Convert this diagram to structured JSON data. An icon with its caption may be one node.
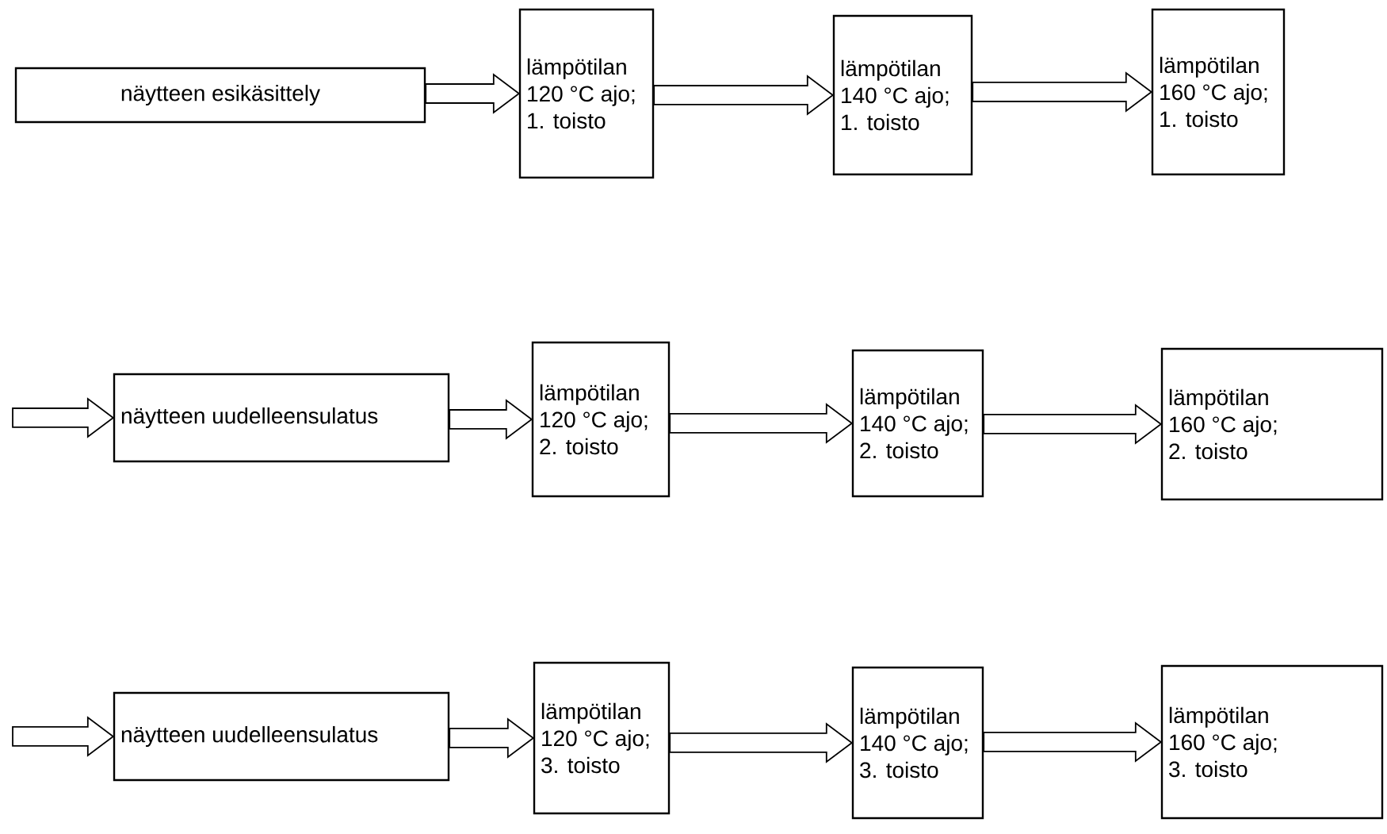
{
  "diagram": {
    "nodes": [
      {
        "text": [
          "näytteen esikäsittely"
        ]
      },
      {
        "text": [
          "lämpötilan 120 °C ajo; 1. toisto"
        ]
      },
      {
        "text": [
          "lämpötilan 140 °C ajo; 1. toisto"
        ]
      },
      {
        "text": [
          "lämpötilan 160 °C ajo; 1. toisto"
        ]
      },
      {
        "text": [
          "näytteen uudelleensulatus"
        ]
      },
      {
        "text": [
          "lämpötilan 120 °C ajo; 2. toisto"
        ]
      },
      {
        "text": [
          "lämpötilan 140 °C ajo; 2. toisto"
        ]
      },
      {
        "text": [
          "lämpötilan 160 °C ajo; 2. toisto"
        ]
      },
      {
        "text": [
          "näytteen uudelleensulatus"
        ]
      },
      {
        "text": [
          "lämpötilan 120 °C ajo; 3. toisto"
        ]
      },
      {
        "text": [
          "lämpötilan 140 °C ajo; 3. toisto"
        ]
      },
      {
        "text": [
          "lämpötilan 160 °C ajo; 3. toisto"
        ]
      }
    ],
    "edges": [
      {
        "from": 0,
        "to": 1,
        "arrow": "to"
      },
      {
        "from": 1,
        "to": 2,
        "arrow": "to"
      },
      {
        "from": 2,
        "to": 3,
        "arrow": "to"
      },
      {
        "from": null,
        "to": 4,
        "arrow": "to"
      },
      {
        "from": 4,
        "to": 5,
        "arrow": "to"
      },
      {
        "from": 5,
        "to": 6,
        "arrow": "to"
      },
      {
        "from": 6,
        "to": 7,
        "arrow": "to"
      },
      {
        "from": null,
        "to": 8,
        "arrow": "to"
      },
      {
        "from": 8,
        "to": 9,
        "arrow": "to"
      },
      {
        "from": 9,
        "to": 10,
        "arrow": "to"
      },
      {
        "from": 10,
        "to": 11,
        "arrow": "to"
      }
    ]
  }
}
